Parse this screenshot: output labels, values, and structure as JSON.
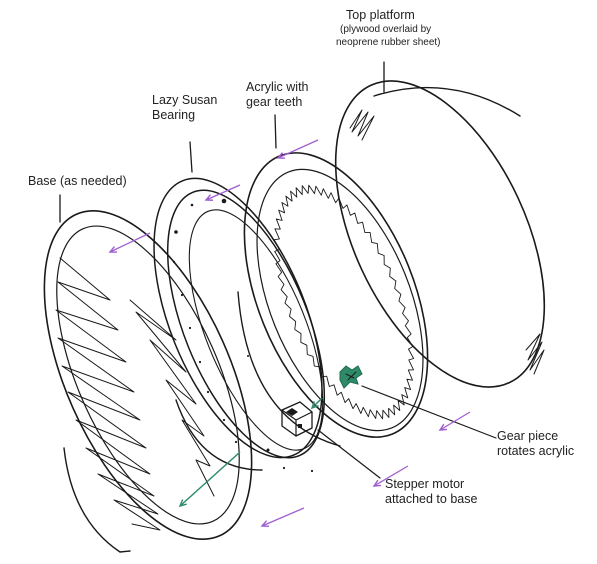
{
  "labels": {
    "top_platform": "Top platform",
    "top_platform_note_1": "(plywood overlaid by",
    "top_platform_note_2": "neoprene rubber sheet)",
    "acrylic_1": "Acrylic with",
    "acrylic_2": "gear teeth",
    "lazy_susan_1": "Lazy Susan",
    "lazy_susan_2": "Bearing",
    "base": "Base (as needed)",
    "gear_piece_1": "Gear piece",
    "gear_piece_2": "rotates acrylic",
    "stepper_1": "Stepper motor",
    "stepper_2": "attached to base"
  },
  "colors": {
    "ink": "#1a1a1a",
    "assembly_arrow": "#a05fd0",
    "rotation_arrow": "#2e8b6a",
    "gear_piece": "#2e8b6a"
  }
}
